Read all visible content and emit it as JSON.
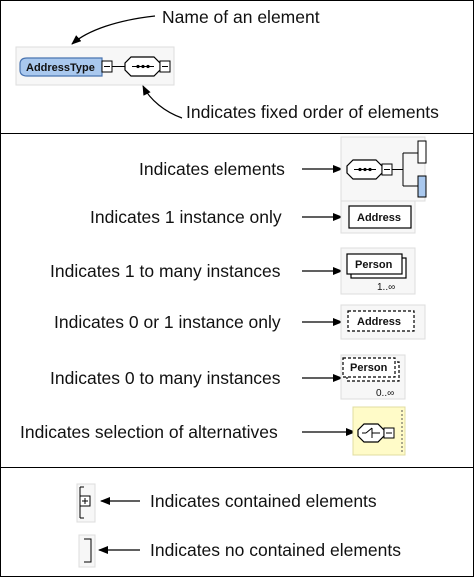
{
  "legend": {
    "top": {
      "name_label": "Name of an element",
      "element_name": "AddressType",
      "sequence_label": "Indicates fixed order of elements"
    },
    "rows": [
      {
        "label": "Indicates elements"
      },
      {
        "label": "Indicates 1 instance only",
        "element": "Address"
      },
      {
        "label": "Indicates 1 to many instances",
        "element": "Person",
        "occurs": "1..∞"
      },
      {
        "label": "Indicates 0 or 1 instance only",
        "element": "Address"
      },
      {
        "label": "Indicates 0 to many instances",
        "element": "Person",
        "occurs": "0..∞"
      },
      {
        "label": "Indicates selection of alternatives"
      }
    ],
    "bottom": [
      {
        "label": "Indicates contained elements"
      },
      {
        "label": "Indicates no contained elements"
      }
    ]
  }
}
